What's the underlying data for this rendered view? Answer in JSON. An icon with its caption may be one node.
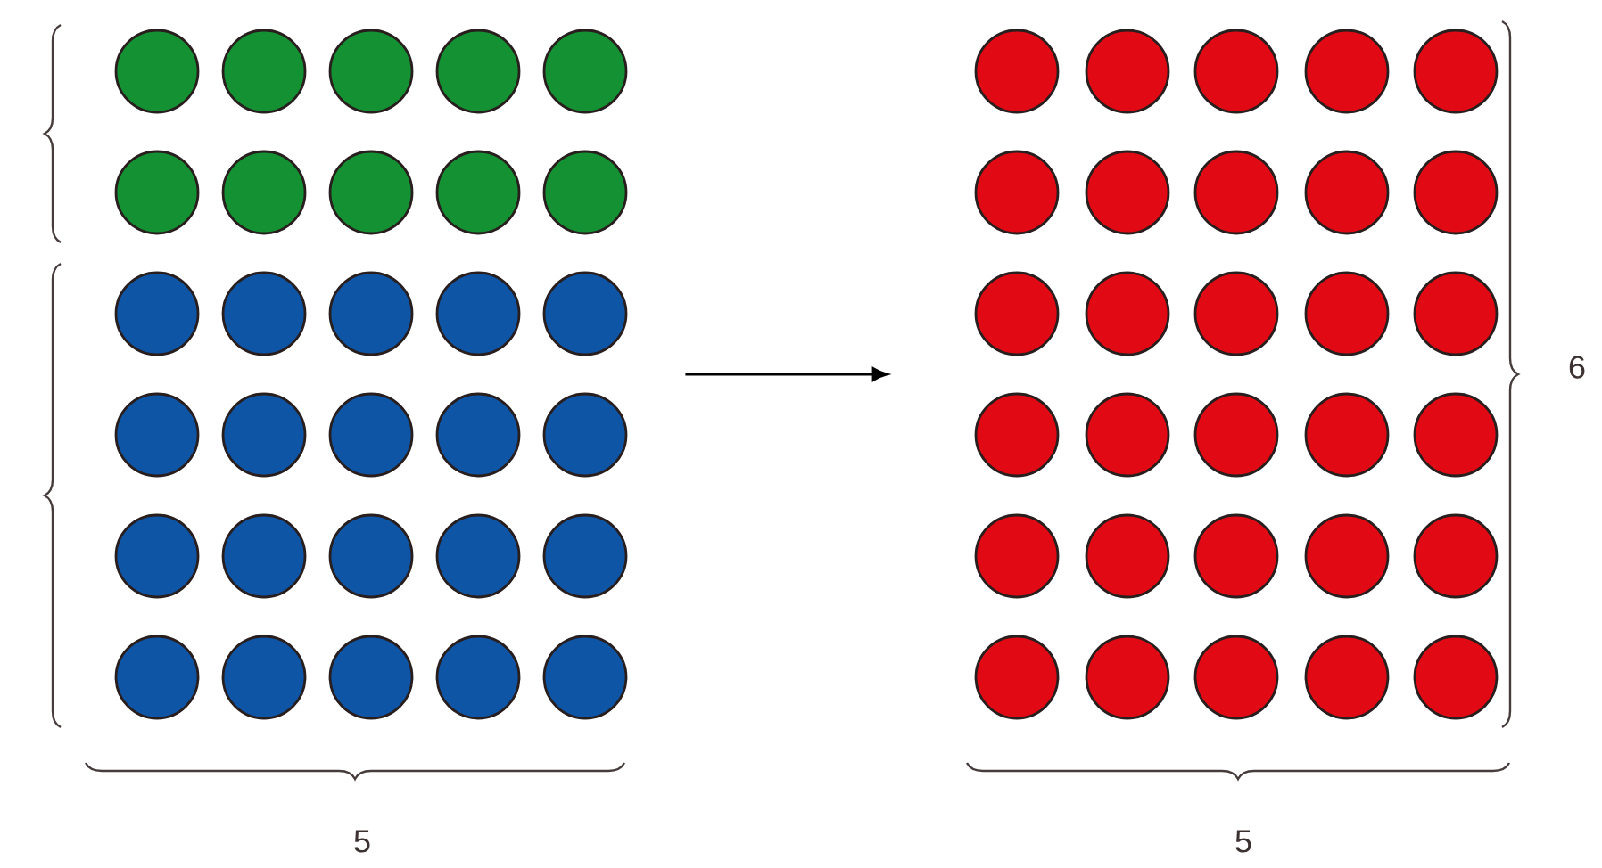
{
  "diagram": {
    "nodes": [
      {
        "text": [],
        "shape": "circle"
      },
      {
        "text": [],
        "shape": "circle"
      }
    ],
    "edges": [
      {
        "from": 0,
        "to": 1,
        "arrow": "to"
      }
    ],
    "labels": [
      "6",
      "5",
      "5"
    ]
  }
}
